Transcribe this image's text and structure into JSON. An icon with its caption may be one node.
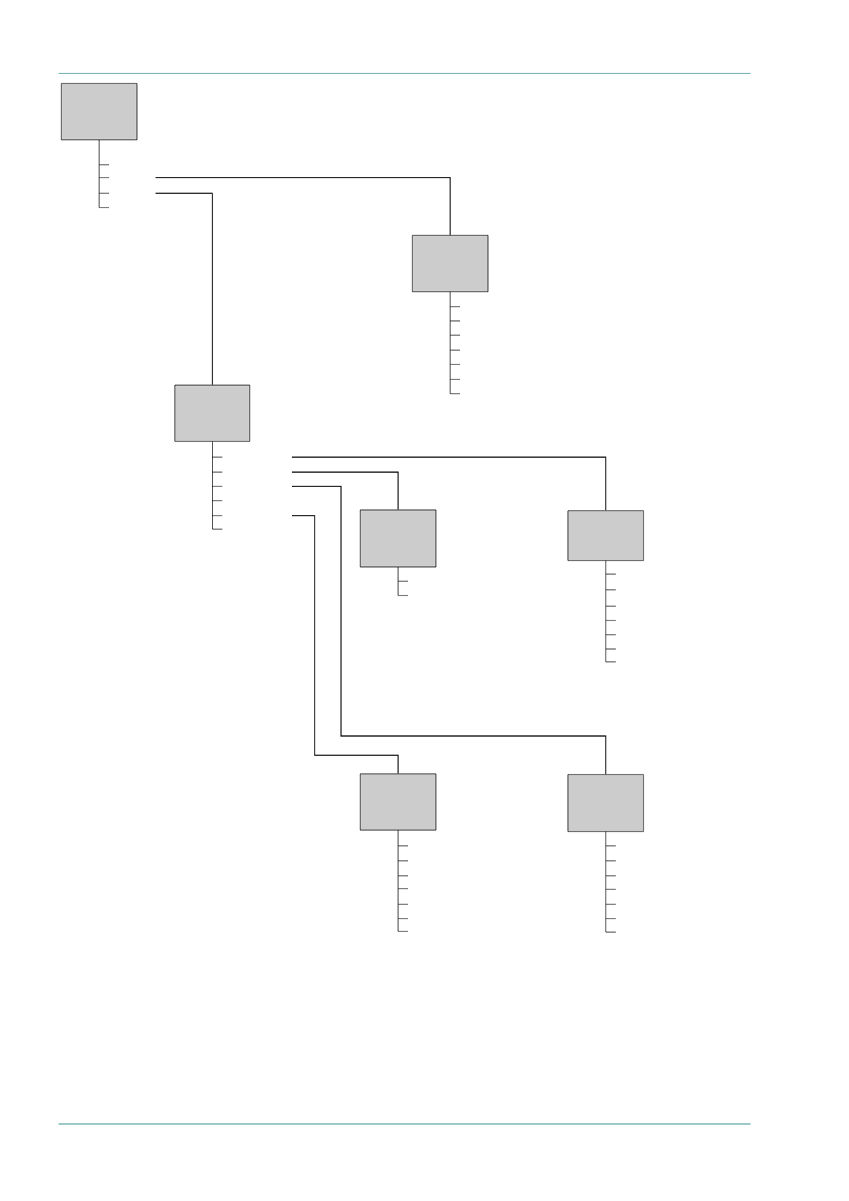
{
  "diagram": {
    "nodes": [
      {
        "text": [],
        "shape": "box"
      },
      {
        "text": [],
        "shape": "box"
      },
      {
        "text": [],
        "shape": "box"
      },
      {
        "text": [],
        "shape": "box"
      },
      {
        "text": [],
        "shape": "box"
      },
      {
        "text": [],
        "shape": "box"
      },
      {
        "text": [],
        "shape": "box"
      }
    ],
    "edges": [
      {
        "from": null,
        "to": 1,
        "arrow": "none"
      },
      {
        "from": null,
        "to": 2,
        "arrow": "none"
      },
      {
        "from": null,
        "to": 4,
        "arrow": "none"
      },
      {
        "from": null,
        "to": 3,
        "arrow": "none"
      },
      {
        "from": null,
        "to": 6,
        "arrow": "none"
      },
      {
        "from": null,
        "to": 5,
        "arrow": "none"
      }
    ]
  }
}
